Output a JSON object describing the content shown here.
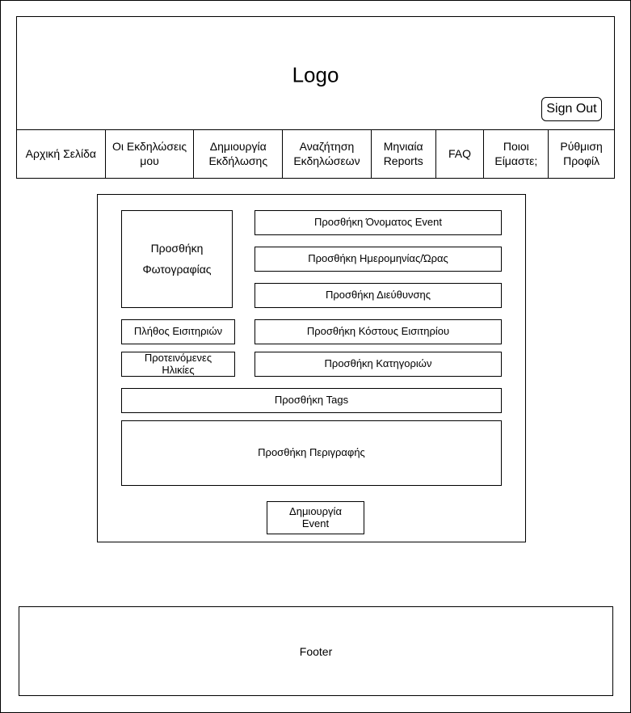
{
  "header": {
    "logo": "Logo",
    "sign_out": "Sign Out"
  },
  "nav": {
    "items": [
      "Αρχική Σελίδα",
      "Οι Εκδηλώσεις μου",
      "Δημιουργία Εκδήλωσης",
      "Αναζήτηση Εκδηλώσεων",
      "Μηνιαία Reports",
      "FAQ",
      "Ποιοι Είμαστε;",
      "Ρύθμιση Προφίλ"
    ]
  },
  "form": {
    "add_photo": "Προσθήκη Φωτογραφίας",
    "add_event_name": "Προσθήκη Όνοματος Event",
    "add_date_time": "Προσθήκη Ημερομηνίας/Ώρας",
    "add_address": "Προσθήκη Διεύθυνσης",
    "ticket_count": "Πλήθος Εισιτηριών",
    "add_ticket_cost": "Προσθήκη Κόστους Εισιτηρίου",
    "recommended_ages": "Προτεινόμενες Ηλικίες",
    "add_categories": "Προσθήκη Κατηγοριών",
    "add_tags": "Προσθήκη Tags",
    "add_description": "Προσθήκη Περιγραφής",
    "create_event": "Δημιουργία Event"
  },
  "footer": {
    "label": "Footer"
  }
}
